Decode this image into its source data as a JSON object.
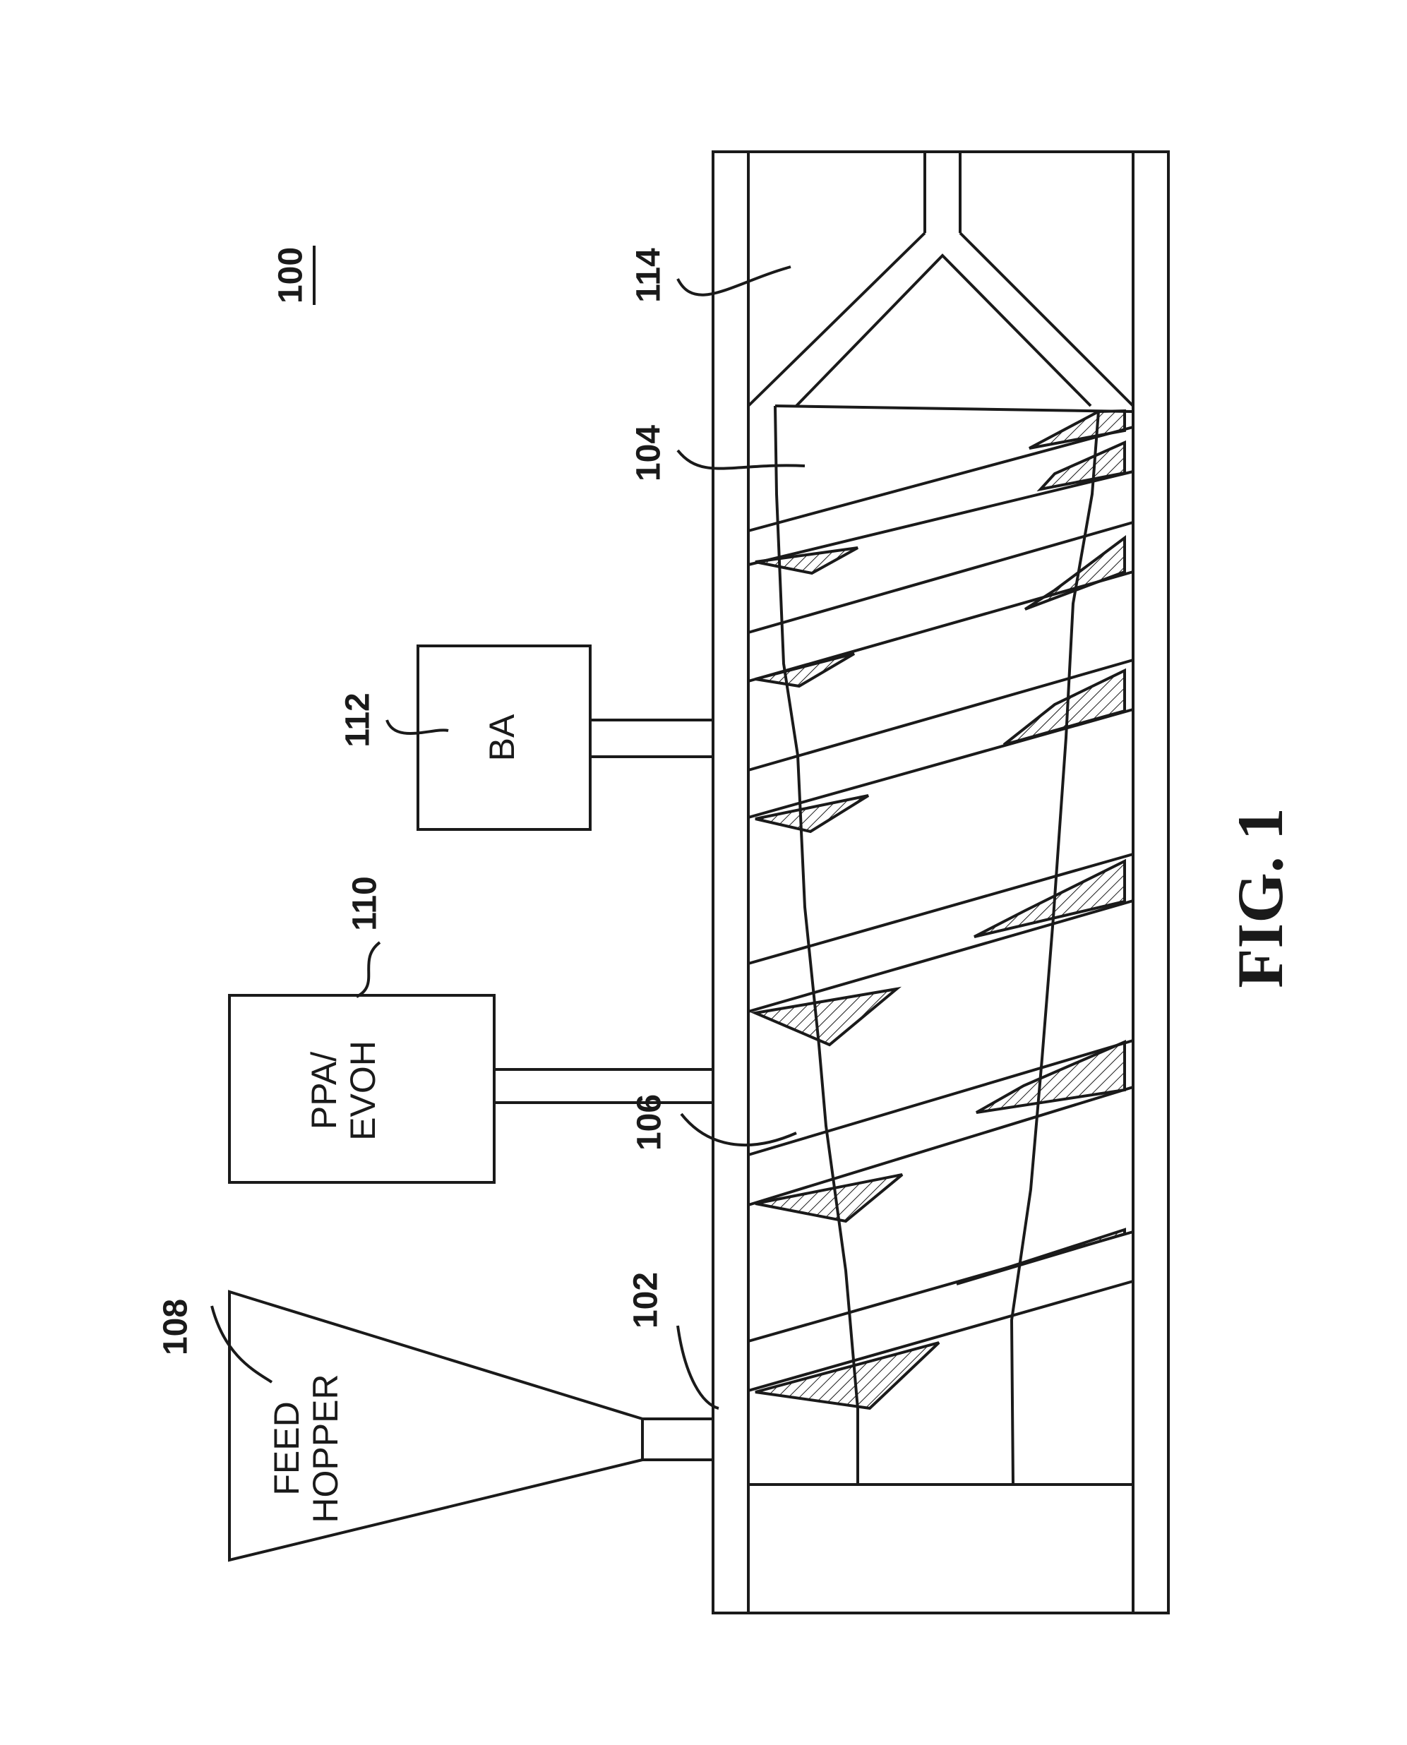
{
  "figure": {
    "caption": "FIG. 1",
    "system_ref": "100"
  },
  "components": {
    "barrel": {
      "ref": "102"
    },
    "screw": {
      "ref": "104"
    },
    "flight": {
      "ref": "106"
    },
    "feed_hopper": {
      "ref": "108",
      "label_line1": "FEED",
      "label_line2": "HOPPER"
    },
    "additive_feeder": {
      "ref": "110",
      "label_line1": "PPA/",
      "label_line2": "EVOH"
    },
    "blowing_agent_feeder": {
      "ref": "112",
      "label": "BA"
    },
    "die": {
      "ref": "114"
    }
  },
  "colors": {
    "line": "#1a1a1a",
    "background": "#ffffff"
  }
}
